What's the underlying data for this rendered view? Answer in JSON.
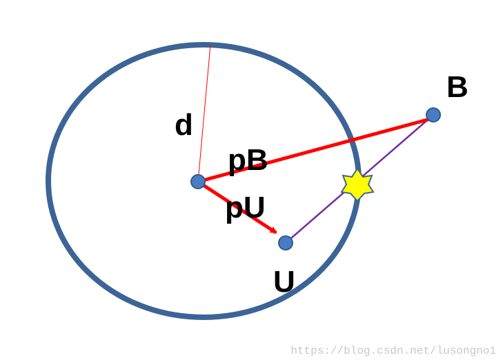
{
  "labels": {
    "d": "d",
    "pB": "pB",
    "pU": "pU",
    "U": "U",
    "B": "B"
  },
  "watermark": "https://blog.csdn.net/lusongno1",
  "colors": {
    "circle": "#3c6496",
    "radius_line": "#ff0000",
    "vector_arrow": "#ff0000",
    "segment_UB": "#7030a0",
    "point_fill": "#4a7cc4",
    "point_stroke": "#2f5a8e",
    "star_fill": "#ffff00",
    "star_stroke": "#3c6496",
    "text": "#000000",
    "watermark": "#c8c8c8"
  }
}
